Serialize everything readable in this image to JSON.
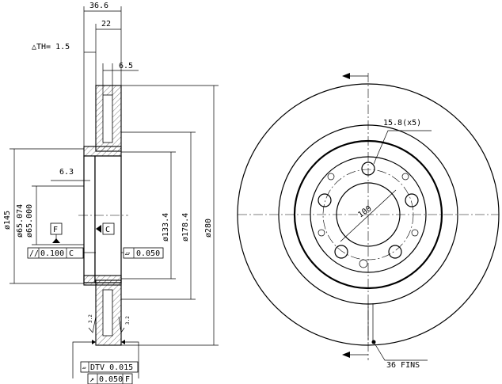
{
  "dimensions": {
    "width_total": "36.6",
    "width_inner": "22",
    "th_label": "△TH= 1.5",
    "hat_thickness": "6.5",
    "offset": "6.3",
    "dia_145": "ø145",
    "dia_65074": "ø65.074",
    "dia_65000": "ø65.000",
    "dia_1334": "ø133.4",
    "dia_1784": "ø178.4",
    "dia_280": "ø280",
    "bolt_holes": "15.8(x5)",
    "pcd": "100",
    "fins": "36 FINS",
    "roughness_left": "3.2",
    "roughness_right": "3.2"
  },
  "datums": {
    "datum_f": "F",
    "datum_c": "C"
  },
  "tolerances": {
    "parallelism": {
      "symbol": "//",
      "value": "0.100",
      "ref": "C"
    },
    "flatness": {
      "symbol": "▱",
      "value": "0.050"
    },
    "dtv": {
      "label": "DTV 0.015"
    },
    "runout": {
      "symbol": "↗",
      "value": "0.050",
      "ref": "F"
    }
  }
}
